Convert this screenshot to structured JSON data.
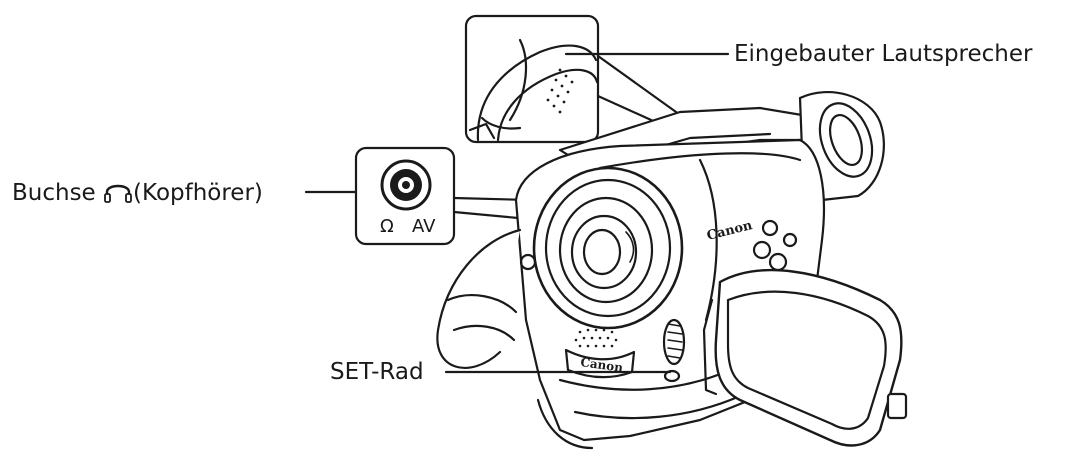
{
  "labels": {
    "speaker": "Eingebauter Lautsprecher",
    "jack_prefix": "Buchse",
    "jack_suffix": "(Kopfhörer)",
    "set_dial": "SET-Rad"
  },
  "inset_jack": {
    "headphone_symbol": "Ω",
    "av_text": "AV"
  },
  "camera": {
    "brand_side": "Canon",
    "brand_front": "Canon"
  },
  "icons": [
    "headphones-icon"
  ],
  "colors": {
    "ink": "#1a1a1a",
    "background": "#ffffff"
  }
}
